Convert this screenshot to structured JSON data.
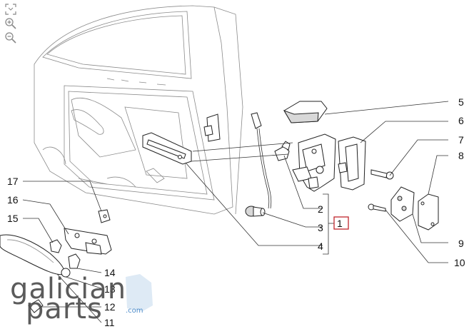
{
  "toolbar": {
    "fit_icon": "fit-screen-icon",
    "zoom_in_icon": "zoom-in-icon",
    "zoom_out_icon": "zoom-out-icon"
  },
  "callouts": {
    "c1": "1",
    "c2": "2",
    "c3": "3",
    "c4": "4",
    "c5": "5",
    "c6": "6",
    "c7": "7",
    "c8": "8",
    "c9": "9",
    "c10": "10",
    "c11": "11",
    "c12": "12",
    "c13": "13",
    "c14": "14",
    "c15": "15",
    "c16": "16",
    "c17": "17"
  },
  "watermark": {
    "line1": "galician",
    "line2": "parts",
    "suffix": ".com"
  },
  "colors": {
    "highlight_box": "#c0272d",
    "watermark_text": "#4a4a4a",
    "watermark_accent": "#3a7fc4"
  }
}
